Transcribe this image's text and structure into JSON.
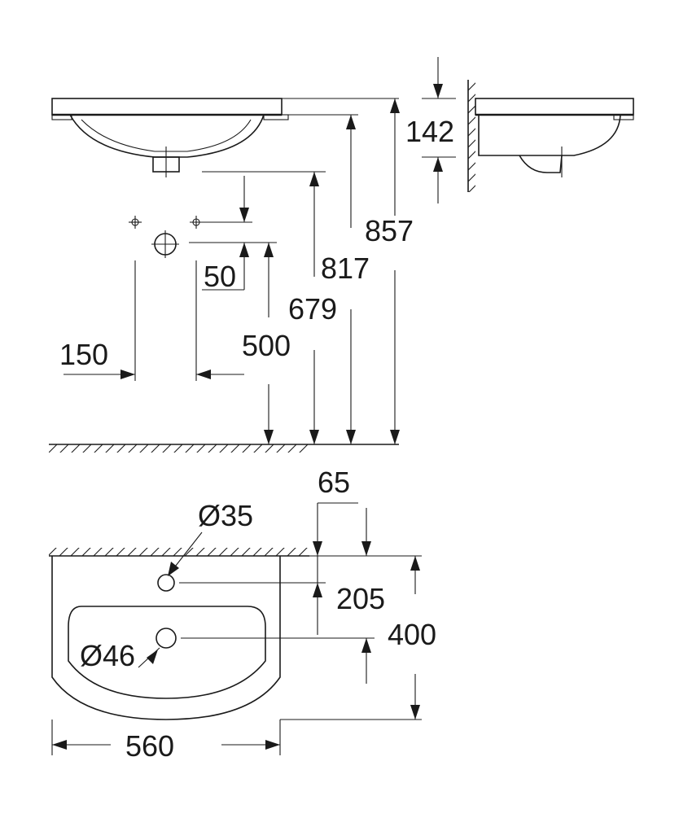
{
  "dimensions": {
    "depth": "142",
    "height_total": "857",
    "height_top": "817",
    "height_drain": "679",
    "height_holes": "500",
    "hole_offset": "50",
    "hole_spacing": "150",
    "tap_setback": "65",
    "tap_hole_dia": "Ø35",
    "tap_depth": "205",
    "drain_dia": "Ø46",
    "basin_depth": "400",
    "basin_width": "560"
  }
}
